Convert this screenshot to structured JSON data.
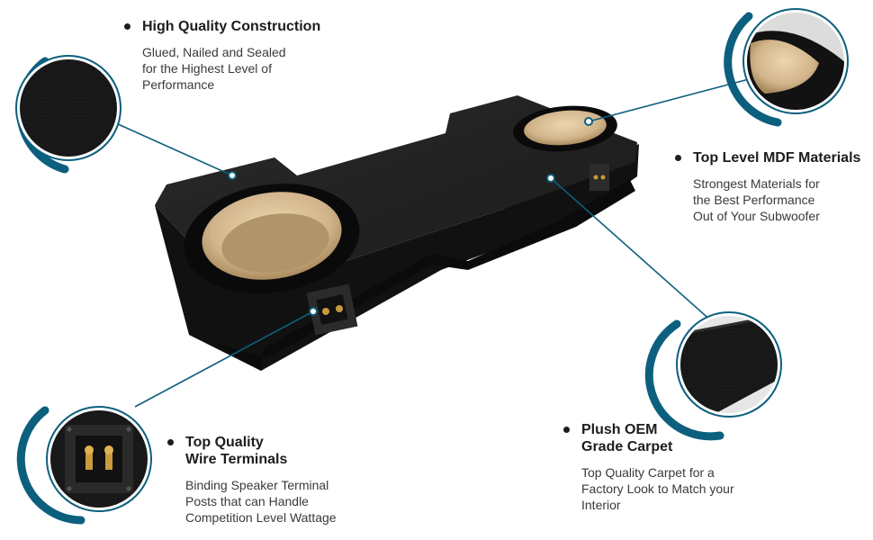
{
  "features": {
    "construction": {
      "title": "High Quality Construction",
      "description": "Glued, Nailed and Sealed\nfor the Highest Level of\nPerformance"
    },
    "mdf": {
      "title": "Top Level MDF Materials",
      "description": "Strongest Materials for\nthe Best Performance\nOut of  Your Subwoofer"
    },
    "terminals": {
      "title": "Top Quality\nWire Terminals",
      "description": "Binding Speaker Terminal\nPosts that can Handle\nCompetition Level Wattage"
    },
    "carpet": {
      "title": "Plush OEM\nGrade Carpet",
      "description": "Top Quality Carpet for a\nFactory Look to Match your\nInterior"
    }
  },
  "colors": {
    "accent": "#0d5f7e",
    "carpet": "#151515",
    "mdf": "#d2b48c",
    "text": "#1d1d1d"
  },
  "icons": [
    "carpet-closeup",
    "mdf-closeup",
    "terminal-closeup",
    "carpet-edge-closeup"
  ]
}
